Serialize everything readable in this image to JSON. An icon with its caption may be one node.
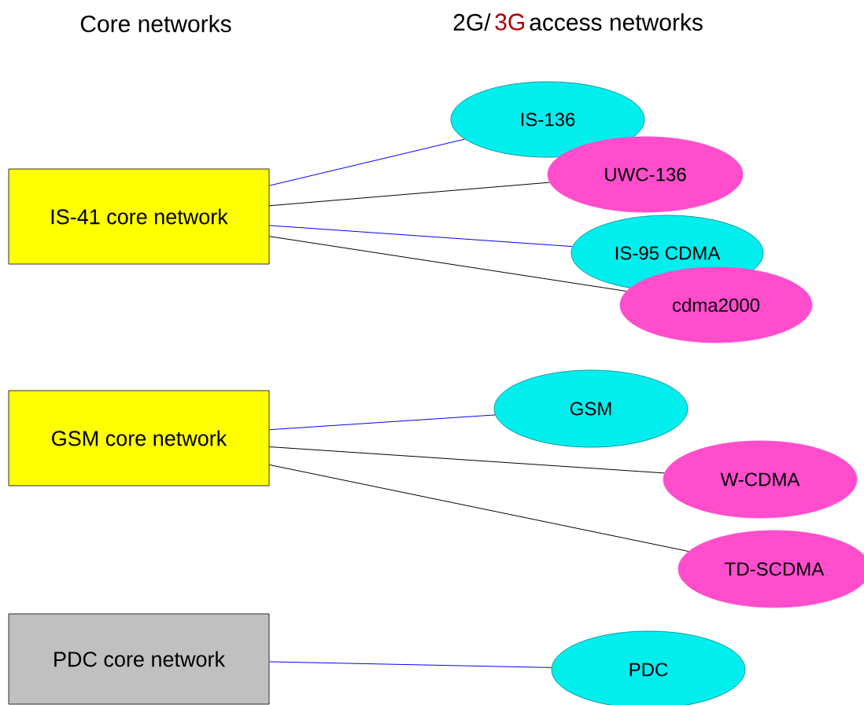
{
  "diagram": {
    "nodes": [
      {
        "text": [
          "IS-41 core network"
        ]
      },
      {
        "text": [
          "IS-136"
        ]
      },
      {
        "text": [
          "UWC-136"
        ]
      },
      {
        "text": [
          "IS-95 CDMA"
        ]
      },
      {
        "text": [
          "cdma2000"
        ]
      },
      {
        "text": [
          "GSM core network"
        ]
      },
      {
        "text": [
          "GSM"
        ]
      },
      {
        "text": [
          "W-CDMA"
        ]
      },
      {
        "text": [
          "TD-SCDMA"
        ]
      },
      {
        "text": [
          "PDC core network"
        ]
      },
      {
        "text": [
          "PDC"
        ]
      }
    ],
    "edges": [
      {
        "from": 0,
        "to": 1,
        "arrow": "none",
        "color": "#0000ff"
      },
      {
        "from": 0,
        "to": 2,
        "arrow": "none",
        "color": "#000000"
      },
      {
        "from": 0,
        "to": 3,
        "arrow": "none",
        "color": "#0000ff"
      },
      {
        "from": 0,
        "to": 4,
        "arrow": "none",
        "color": "#000000"
      },
      {
        "from": 5,
        "to": 6,
        "arrow": "none",
        "color": "#0000ff"
      },
      {
        "from": 5,
        "to": 7,
        "arrow": "none",
        "color": "#000000"
      },
      {
        "from": 5,
        "to": 8,
        "arrow": "none",
        "color": "#000000"
      },
      {
        "from": 9,
        "to": 10,
        "arrow": "none",
        "color": "#0000ff"
      }
    ],
    "labels": [
      "Core networks",
      "2G/",
      "3G",
      "access networks"
    ]
  }
}
